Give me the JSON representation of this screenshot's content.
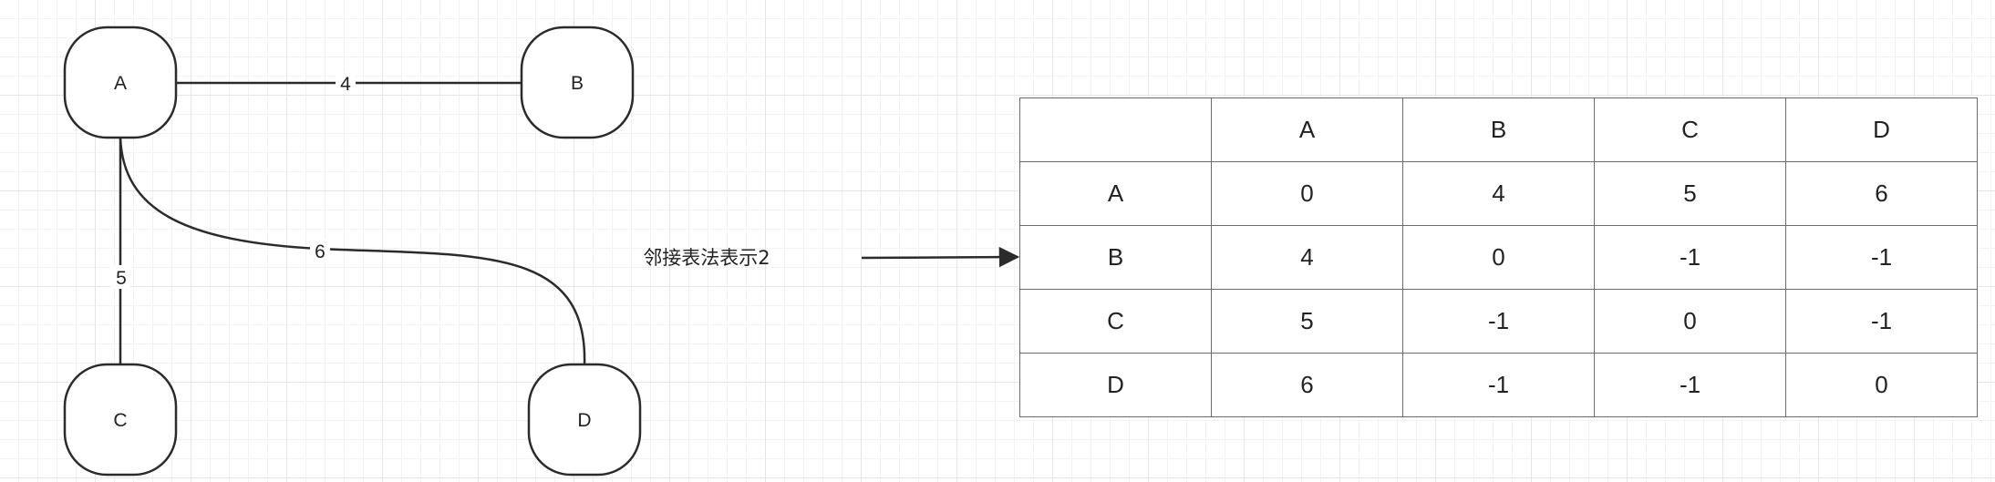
{
  "graph": {
    "nodes": [
      {
        "id": "A",
        "label": "A"
      },
      {
        "id": "B",
        "label": "B"
      },
      {
        "id": "C",
        "label": "C"
      },
      {
        "id": "D",
        "label": "D"
      }
    ],
    "edges": [
      {
        "from": "A",
        "to": "B",
        "weight": "4"
      },
      {
        "from": "A",
        "to": "C",
        "weight": "5"
      },
      {
        "from": "A",
        "to": "D",
        "weight": "6"
      }
    ]
  },
  "caption": "邻接表法表示2",
  "matrix": {
    "header": [
      "",
      "A",
      "B",
      "C",
      "D"
    ],
    "rows": [
      {
        "label": "A",
        "values": [
          "0",
          "4",
          "5",
          "6"
        ]
      },
      {
        "label": "B",
        "values": [
          "4",
          "0",
          "-1",
          "-1"
        ]
      },
      {
        "label": "C",
        "values": [
          "5",
          "-1",
          "0",
          "-1"
        ]
      },
      {
        "label": "D",
        "values": [
          "6",
          "-1",
          "-1",
          "0"
        ]
      }
    ]
  },
  "colors": {
    "stroke": "#2b2b2b",
    "grid_major": "#e6e6e6",
    "grid_minor": "#f2f2f2",
    "table_border": "#6b6b6b"
  }
}
